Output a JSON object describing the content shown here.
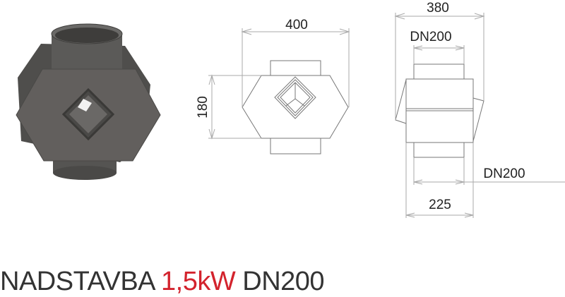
{
  "title": {
    "name": "NADSTAVBA",
    "power": "1,5kW",
    "size": "DN200"
  },
  "colors": {
    "accent": "#d3232d",
    "text": "#333333",
    "line": "#888888",
    "metal": "#5f5e5c"
  },
  "front_view": {
    "width_label": "400",
    "height_label": "180"
  },
  "side_view": {
    "depth_label": "380",
    "top_pipe_label": "DN200",
    "bottom_pipe_label": "DN200",
    "base_label": "225"
  }
}
